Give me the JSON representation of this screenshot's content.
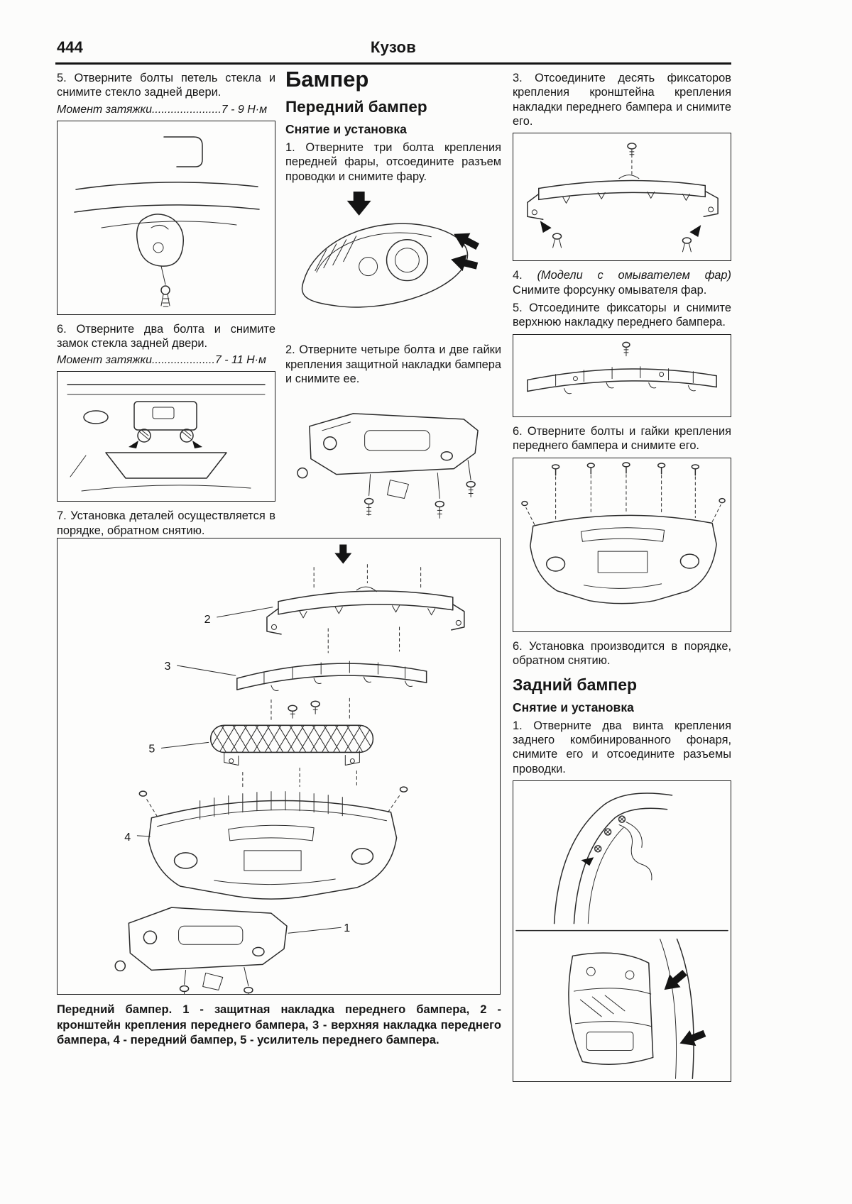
{
  "page": {
    "number": "444",
    "title": "Кузов"
  },
  "left": {
    "step5": "5. Отверните болты петель стекла и снимите стекло задней двери.",
    "torque5": "Момент затяжки......................7 - 9 Н·м",
    "step6": "6. Отверните два болта и снимите замок стекла задней двери.",
    "torque6": "Момент затяжки....................7 - 11 Н·м",
    "step7": "7. Установка деталей осуществляется в порядке, обратном снятию."
  },
  "front_bumper": {
    "heading": "Бампер",
    "subheading": "Передний бампер",
    "procedure": "Снятие и установка",
    "step1": "1. Отверните три болта крепления передней фары, отсоедините разъем проводки и снимите фару.",
    "step2": "2. Отверните четыре болта и две гайки крепления защитной накладки бампера и снимите ее.",
    "step3": "3. Отсоедините десять фиксаторов крепления кронштейна крепления накладки переднего бампера и снимите его.",
    "step4_prefix": "4. ",
    "step4_note": "(Модели с омывателем фар)",
    "step4_rest": " Снимите форсунку омывателя фар.",
    "step5": "5. Отсоедините фиксаторы и снимите верхнюю накладку переднего бампера.",
    "step6": "6. Отверните болты и гайки крепления переднего бампера и снимите его.",
    "step6_install": "6. Установка производится в порядке, обратном снятию."
  },
  "rear_bumper": {
    "heading": "Задний бампер",
    "procedure": "Снятие и установка",
    "step1": "1. Отверните два винта крепления заднего комбинированного фонаря, снимите его и отсоедините разъемы проводки."
  },
  "diagram": {
    "labels": [
      "2",
      "3",
      "5",
      "4",
      "1"
    ],
    "caption": "Передний бампер. 1 - защитная накладка переднего бампера, 2 - кронштейн крепления переднего бампера, 3 - верхняя накладка переднего бампера, 4 - передний бампер, 5 - усилитель переднего бампера."
  }
}
